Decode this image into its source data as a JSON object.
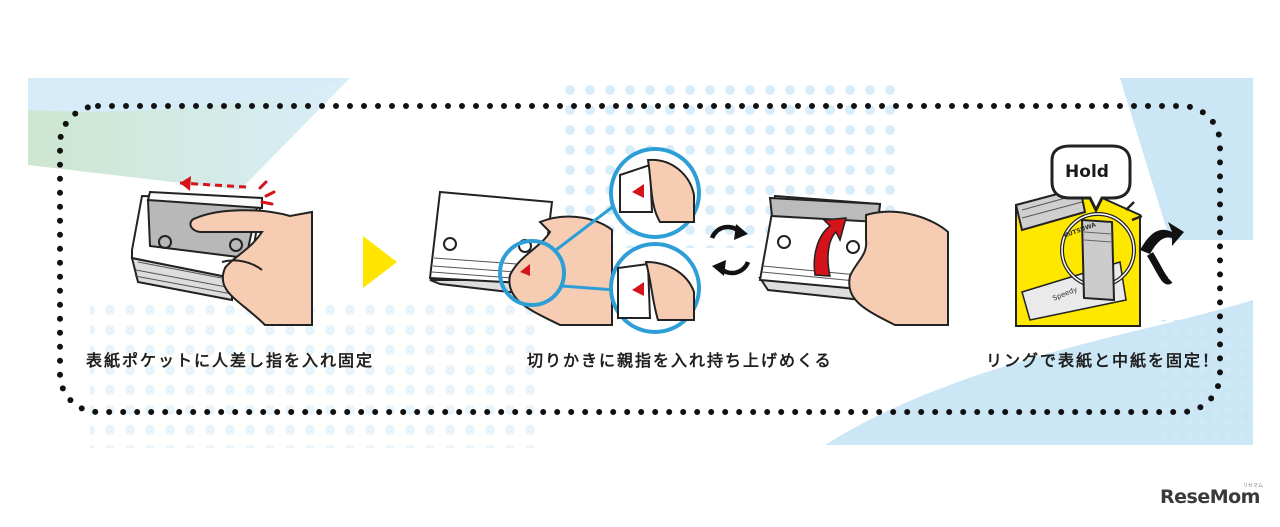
{
  "steps": [
    {
      "caption": "表紙ポケットに人差し指を入れ固定"
    },
    {
      "caption": "切りかきに親指を入れ持ち上げめくる"
    },
    {
      "caption": "リングで表紙と中紙を固定！"
    }
  ],
  "speech_bubble": "Hold",
  "product": {
    "brand": "KUTSUWA",
    "label": "Speedy"
  },
  "watermark": {
    "logo": "ReseMom",
    "sub": "リセマム"
  },
  "colors": {
    "accent_blue": "#2e9fd6",
    "light_blue": "#c9e6f6",
    "dot_blue": "#d3ebf8",
    "arrow_red": "#d4131b",
    "play_yellow": "#ffe500",
    "skin": "#f6cdb2",
    "product_yellow": "#ffe800",
    "dotted_border": "#111111"
  }
}
